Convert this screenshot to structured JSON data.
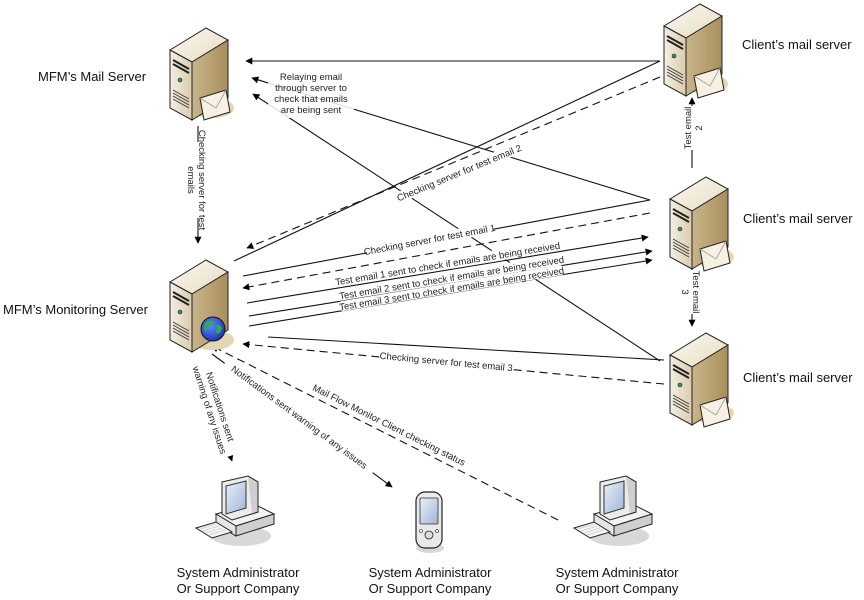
{
  "diagram": {
    "nodes": {
      "mfm_mail_server": {
        "label": "MFM’s Mail Server",
        "icon": "mail-server-icon"
      },
      "mfm_monitoring_server": {
        "label": "MFM’s Monitoring Server",
        "icon": "web-server-icon"
      },
      "client_server_1": {
        "label": "Client’s mail server",
        "icon": "mail-server-icon"
      },
      "client_server_2": {
        "label": "Client’s mail server",
        "icon": "mail-server-icon"
      },
      "client_server_3": {
        "label": "Client’s mail server",
        "icon": "mail-server-icon"
      },
      "admin_pc_1": {
        "label_line1": "System Administrator",
        "label_line2": "Or Support Company",
        "icon": "desktop-computer-icon"
      },
      "admin_pda": {
        "label_line1": "System Administrator",
        "label_line2": "Or Support Company",
        "icon": "pda-icon"
      },
      "admin_pc_2": {
        "label_line1": "System Administrator",
        "label_line2": "Or Support Company",
        "icon": "desktop-computer-icon"
      }
    },
    "edges": {
      "relay_note": [
        "Relaying email",
        "through server to",
        "check that emails",
        "are being sent"
      ],
      "checking_test_emails_line1": "Checking server for test",
      "checking_test_emails_line2": "emails",
      "test_email_2_line1": "Test email",
      "test_email_2_line2": "2",
      "test_email_3_line1": "Test email",
      "test_email_3_line2": "3",
      "checking_test_email_1": "Checking server for test email 1",
      "checking_test_email_2": "Checking server for test email 2",
      "checking_test_email_3": "Checking server for test email 3",
      "test_email_1_sent": "Test email 1 sent to check if emails are being received",
      "test_email_2_sent": "Test email 2 sent to check if emails are being received",
      "test_email_3_sent": "Test email 3 sent to check if emails are being received",
      "notifications_line1": "Notifications sent",
      "notifications_line2": "warning of any issues",
      "notifications_pda": "Notifications sent warning of any issues",
      "client_checking_status": "Mail Flow Monitor Client checking status"
    }
  }
}
